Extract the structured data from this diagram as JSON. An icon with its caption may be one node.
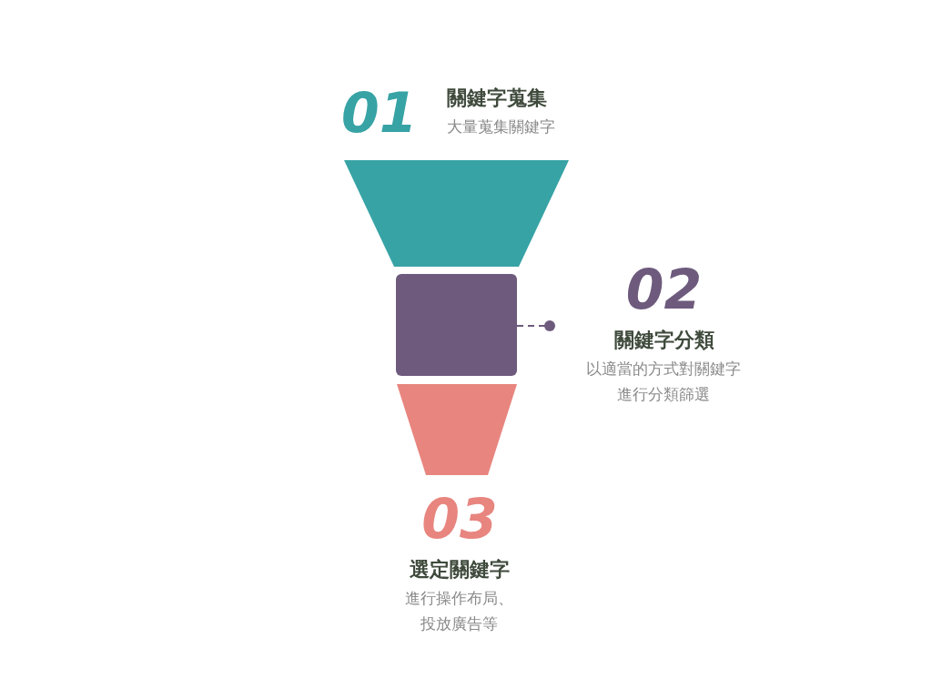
{
  "diagram": {
    "nodes": [
      {
        "text": [
          "01",
          "關鍵字蒐集",
          "大量蒐集關鍵字"
        ]
      },
      {
        "text": [],
        "shape": "trapezoid"
      },
      {
        "text": [],
        "shape": "box"
      },
      {
        "text": [
          "02",
          "關鍵字分類",
          "以適當的方式對關鍵字進行分類篩選"
        ]
      },
      {
        "text": [],
        "shape": "trapezoid"
      },
      {
        "text": [
          "03",
          "選定關鍵字",
          "進行操作布局、投放廣告等"
        ]
      }
    ],
    "edges": [
      {
        "from": 2,
        "to": 3,
        "arrow": "other",
        "style": "dashed"
      }
    ]
  }
}
